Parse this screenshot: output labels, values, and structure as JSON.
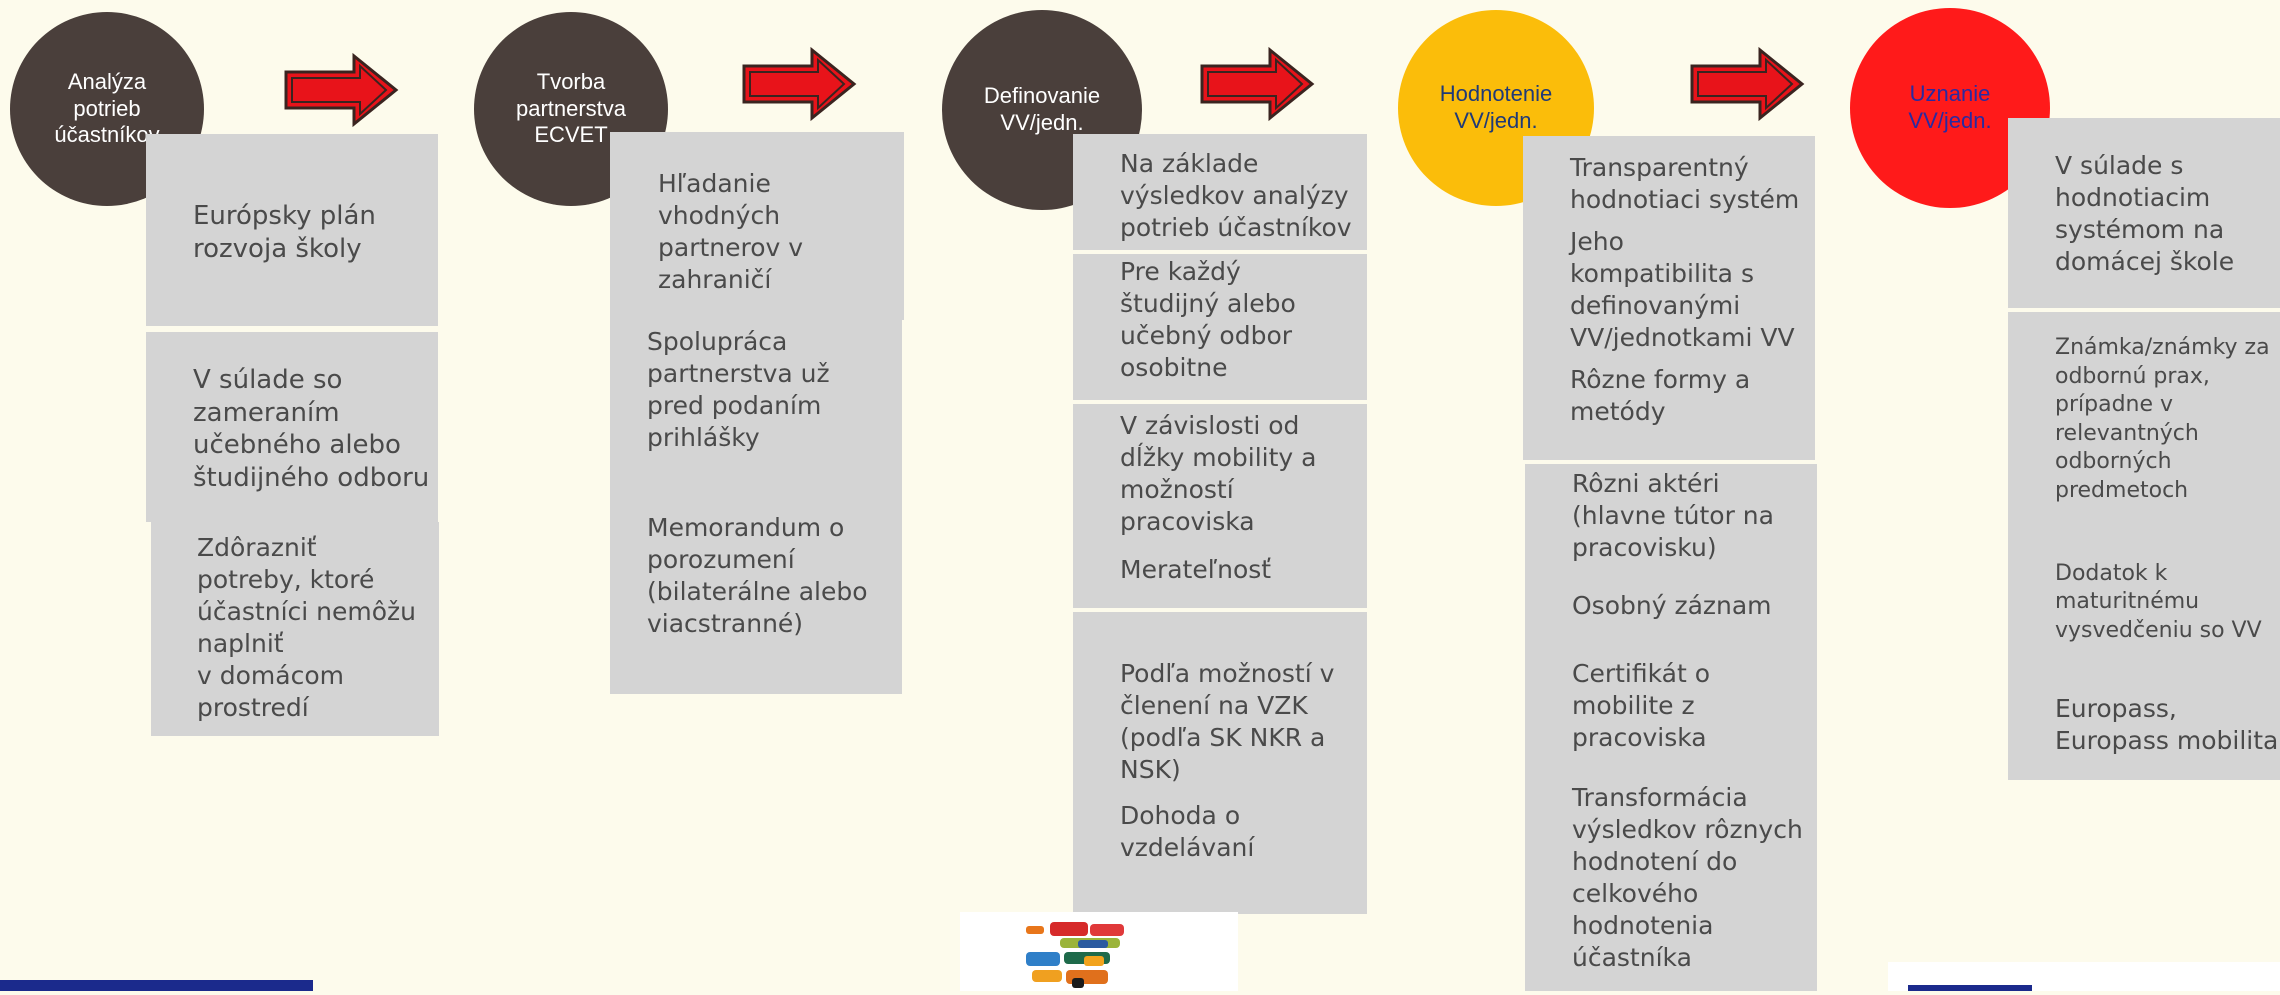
{
  "steps": [
    {
      "circle_label": "Analýza\npotrieb\núčastníkov"
    },
    {
      "circle_label": "Tvorba\npartnerstva\nECVET"
    },
    {
      "circle_label": "Definovanie\nVV/jedn."
    },
    {
      "circle_label": "Hodnotenie\nVV/jedn."
    },
    {
      "circle_label": "Uznanie\nVV/jedn."
    }
  ],
  "col1": [
    "Európsky plán\nrozvoja školy",
    "V súlade so\nzameraním\nučebného alebo\nštudijného odboru",
    "Zdôrazniť\npotreby, ktoré\núčastníci nemôžu\nnaplniť\nv domácom\nprostredí"
  ],
  "col2": [
    "Hľadanie\nvhodných\npartnerov v\nzahraničí",
    "Spolupráca\npartnerstva už\npred podaním\nprihlášky",
    "Memorandum o\nporozumení\n(bilaterálne alebo\nviacstranné)"
  ],
  "col3": [
    "Na základe\nvýsledkov analýzy\npotrieb účastníkov",
    "Pre každý\nštudijný alebo\nučebný odbor\nosobitne",
    "V závislosti od\ndĺžky mobility a\nmožností\npracoviska",
    "Merateľnosť",
    "Podľa možností v\nčlenení na VZK\n(podľa SK NKR a\nNSK)",
    "Dohoda o\nvzdelávaní"
  ],
  "col4": [
    "Transparentný\nhodnotiaci systém",
    "Jeho\nkompatibilita s\ndefinovanými\nVV/jednotkami VV",
    "Rôzne formy a\nmetódy",
    "Rôzni aktéri\n(hlavne tútor na\npracovisku)",
    "Osobný záznam",
    "Certifikát o\nmobilite z\npracoviska",
    "Transformácia\nvýsledkov rôznych\nhodnotení do\ncelkového\nhodnotenia\núčastníka"
  ],
  "col5": [
    "V súlade s\nhodnotiacim\nsystémom na\ndomácej škole",
    "Známka/známky za\nodbornú prax,\nprípadne v\nrelevantných\nodborných\npredmetoch",
    "Dodatok k\nmaturitnému\nvysvedčeniu so VV",
    "Europass,\nEuropass mobilita"
  ],
  "colors": {
    "background": "#fdfbec",
    "circle_dark": "#4a3f3b",
    "circle_yellow": "#fbbd0a",
    "circle_red": "#ff1a1a",
    "box": "#d4d4d4",
    "arrow_fill": "#e8131a",
    "arrow_outline": "#3a2420",
    "logo_blue": "#1b2a8c"
  }
}
